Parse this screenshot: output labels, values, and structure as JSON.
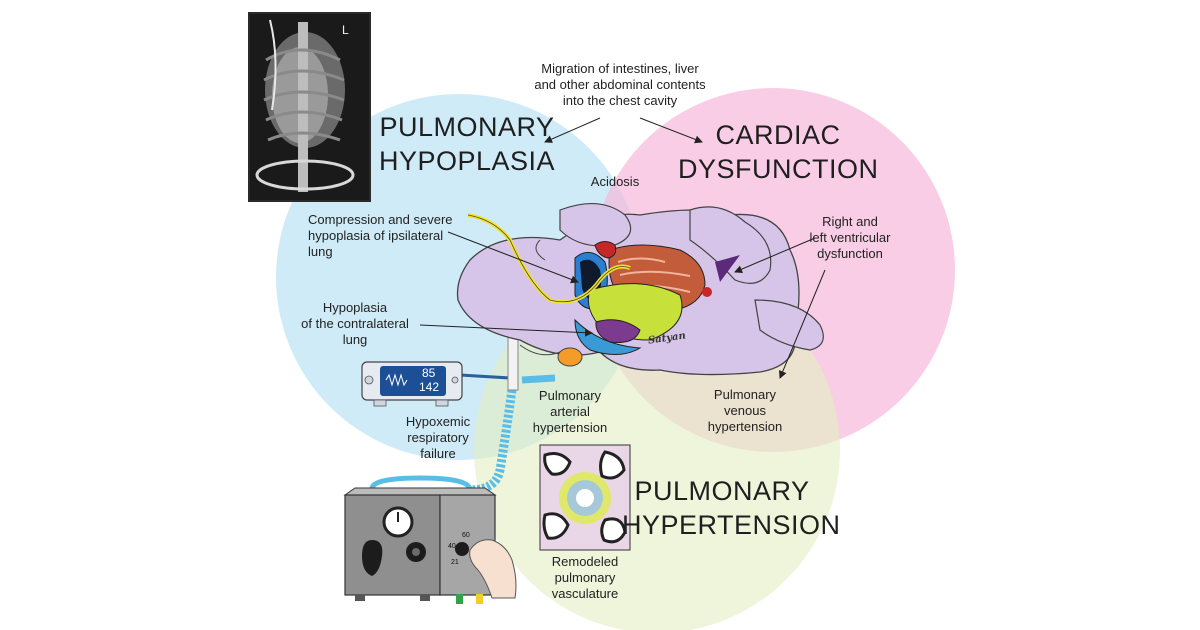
{
  "circles": {
    "pulmonary_hypoplasia": {
      "title_line1": "PULMONARY",
      "title_line2": "HYPOPLASIA",
      "color": "#bfe4f5"
    },
    "cardiac_dysfunction": {
      "title_line1": "CARDIAC",
      "title_line2": "DYSFUNCTION",
      "color": "#f6b6d9"
    },
    "pulmonary_hypertension": {
      "title_line1": "PULMONARY",
      "title_line2": "HYPERTENSION",
      "color": "#e3efc4"
    }
  },
  "labels": {
    "migration": [
      "Migration of intestines, liver",
      "and other abdominal contents",
      "into the chest cavity"
    ],
    "acidosis": "Acidosis",
    "compression": [
      "Compression and severe",
      "hypoplasia of ipsilateral",
      "lung"
    ],
    "contralateral": [
      "Hypoplasia",
      "of the contralateral",
      "lung"
    ],
    "ventricular": [
      "Right and",
      "left ventricular",
      "dysfunction"
    ],
    "pulmonary_arterial": [
      "Pulmonary",
      "arterial",
      "hypertension"
    ],
    "pulmonary_venous": [
      "Pulmonary",
      "venous",
      "hypertension"
    ],
    "hypoxemic": [
      "Hypoxemic",
      "respiratory",
      "failure"
    ],
    "remodeled": [
      "Remodeled",
      "pulmonary",
      "vasculature"
    ]
  },
  "monitor": {
    "value_top": "85",
    "value_bottom": "142"
  },
  "ventilator": {
    "dial_top": "60",
    "dial_left": "40",
    "dial_bottom": "21"
  },
  "xray": {
    "side_marker": "L"
  },
  "signature": "Satyan",
  "icons": [
    "xray-image",
    "infant-illustration",
    "monitor",
    "ventilator",
    "histology-inset",
    "hand"
  ]
}
